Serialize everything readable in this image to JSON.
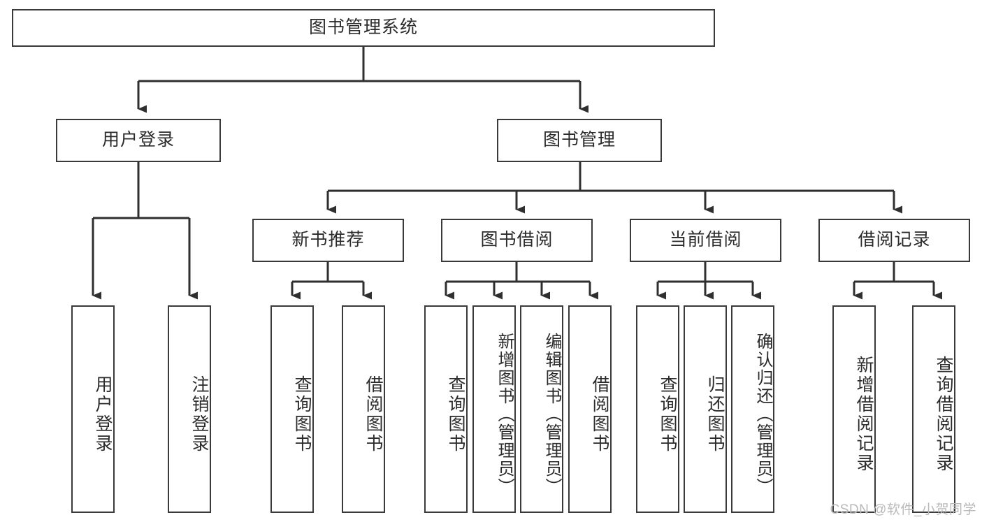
{
  "diagram": {
    "type": "tree",
    "title": "图书管理系统",
    "watermark": "CSDN @软件_小贺同学",
    "colors": {
      "border": "#3a3a3a",
      "background": "#ffffff",
      "text": "#2b2b2b",
      "watermark": "#b9b9b9"
    },
    "levels": {
      "root": {
        "label": "图书管理系统"
      },
      "level2": [
        {
          "label": "用户登录"
        },
        {
          "label": "图书管理"
        }
      ],
      "level3": [
        {
          "label": "新书推荐"
        },
        {
          "label": "图书借阅"
        },
        {
          "label": "当前借阅"
        },
        {
          "label": "借阅记录"
        }
      ],
      "leaves": {
        "user_login": [
          {
            "label": "用户登录"
          },
          {
            "label": "注销登录"
          }
        ],
        "new_book_recommend": [
          {
            "label": "查询图书"
          },
          {
            "label": "借阅图书"
          }
        ],
        "book_borrow": [
          {
            "label": "查询图书"
          },
          {
            "label": "新增图书（管理员）"
          },
          {
            "label": "编辑图书（管理员）"
          },
          {
            "label": "借阅图书"
          }
        ],
        "current_borrow": [
          {
            "label": "查询图书"
          },
          {
            "label": "归还图书"
          },
          {
            "label": "确认归还（管理员）"
          }
        ],
        "borrow_records": [
          {
            "label": "新增借阅记录"
          },
          {
            "label": "查询借阅记录"
          }
        ]
      }
    }
  }
}
